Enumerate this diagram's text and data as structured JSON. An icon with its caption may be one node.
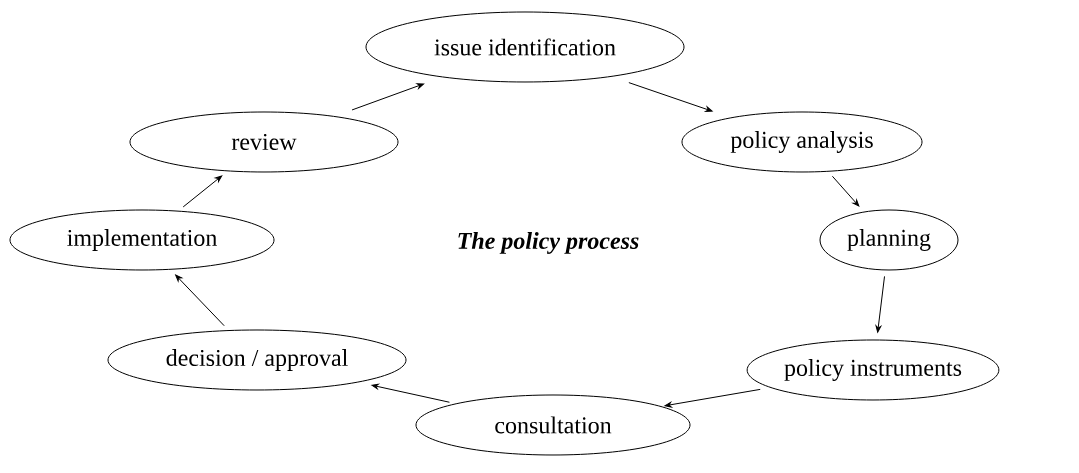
{
  "diagram": {
    "title": "The policy process",
    "nodes": [
      {
        "text": [
          "issue identification"
        ]
      },
      {
        "text": [
          "policy analysis"
        ]
      },
      {
        "text": [
          "planning"
        ]
      },
      {
        "text": [
          "policy instruments"
        ]
      },
      {
        "text": [
          "consultation"
        ]
      },
      {
        "text": [
          "decision / approval"
        ]
      },
      {
        "text": [
          "implementation"
        ]
      },
      {
        "text": [
          "review"
        ]
      }
    ],
    "edges": [
      {
        "from": 0,
        "to": 1,
        "arrow": "to"
      },
      {
        "from": 1,
        "to": 2,
        "arrow": "to"
      },
      {
        "from": 2,
        "to": 3,
        "arrow": "to"
      },
      {
        "from": 3,
        "to": 4,
        "arrow": "to"
      },
      {
        "from": 4,
        "to": 5,
        "arrow": "to"
      },
      {
        "from": 5,
        "to": 6,
        "arrow": "to"
      },
      {
        "from": 6,
        "to": 7,
        "arrow": "to"
      },
      {
        "from": 7,
        "to": 0,
        "arrow": "to"
      }
    ]
  }
}
